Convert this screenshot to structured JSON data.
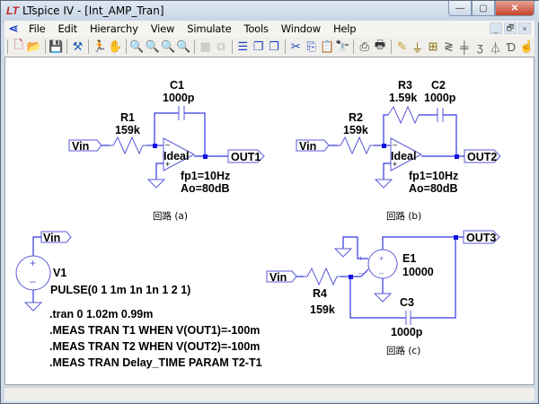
{
  "window": {
    "title": "LTspice IV - [Int_AMP_Tran]",
    "app_icon": "ltspice-logo-icon",
    "controls": {
      "minimize": "—",
      "maximize": "▢",
      "close": "✕"
    },
    "mdi_controls": {
      "minimize": "_",
      "restore": "🗗",
      "close": "×"
    }
  },
  "menu": {
    "items": [
      {
        "label": "File",
        "accel": "F"
      },
      {
        "label": "Edit",
        "accel": "E"
      },
      {
        "label": "Hierarchy",
        "accel": "i"
      },
      {
        "label": "View",
        "accel": "V"
      },
      {
        "label": "Simulate",
        "accel": "S"
      },
      {
        "label": "Tools",
        "accel": "T"
      },
      {
        "label": "Window",
        "accel": "W"
      },
      {
        "label": "Help",
        "accel": "H"
      }
    ]
  },
  "toolbar": {
    "groups": [
      [
        {
          "name": "new-schematic-icon",
          "glyph": "🗋",
          "color": "#c0272d"
        },
        {
          "name": "open-folder-icon",
          "glyph": "📂",
          "color": "#c89b2a"
        }
      ],
      [
        {
          "name": "save-icon",
          "glyph": "💾",
          "color": "#333"
        }
      ],
      [
        {
          "name": "control-panel-icon",
          "glyph": "⚒",
          "color": "#1a5fb4"
        }
      ],
      [
        {
          "name": "run-icon",
          "glyph": "🏃",
          "color": "#333"
        },
        {
          "name": "halt-icon",
          "glyph": "✋",
          "color": "#bbb"
        }
      ],
      [
        {
          "name": "zoom-in-icon",
          "glyph": "🔍",
          "color": "#333"
        },
        {
          "name": "pan-icon",
          "glyph": "🔍",
          "color": "#bbb"
        },
        {
          "name": "zoom-out-icon",
          "glyph": "🔍",
          "color": "#333"
        },
        {
          "name": "zoom-cancel-icon",
          "glyph": "🔍",
          "color": "#c0272d"
        }
      ],
      [
        {
          "name": "autorange-icon",
          "glyph": "▦",
          "color": "#bbb"
        },
        {
          "name": "fit-icon",
          "glyph": "⧉",
          "color": "#bbb"
        }
      ],
      [
        {
          "name": "tile-horizontal-icon",
          "glyph": "☰",
          "color": "#1a40c8"
        },
        {
          "name": "cascade-icon",
          "glyph": "❐",
          "color": "#1a40c8"
        },
        {
          "name": "close-window-icon",
          "glyph": "❐",
          "color": "#1a40c8"
        }
      ],
      [
        {
          "name": "cut-icon",
          "glyph": "✂",
          "color": "#1a40c8"
        },
        {
          "name": "copy-icon",
          "glyph": "⎘",
          "color": "#1a40c8"
        },
        {
          "name": "paste-icon",
          "glyph": "📋",
          "color": "#999"
        },
        {
          "name": "find-icon",
          "glyph": "🔭",
          "color": "#333"
        }
      ],
      [
        {
          "name": "print-setup-icon",
          "glyph": "⎙",
          "color": "#333"
        },
        {
          "name": "print-icon",
          "glyph": "🖶",
          "color": "#333"
        }
      ],
      [
        {
          "name": "draw-wire-icon",
          "glyph": "✎",
          "color": "#c89b2a"
        },
        {
          "name": "ground-icon",
          "glyph": "⏚",
          "color": "#8a6b00"
        },
        {
          "name": "label-net-icon",
          "glyph": "⊞",
          "color": "#8a6b00"
        },
        {
          "name": "resistor-icon",
          "glyph": "≷",
          "color": "#555"
        },
        {
          "name": "capacitor-icon",
          "glyph": "╪",
          "color": "#555"
        },
        {
          "name": "inductor-icon",
          "glyph": "ʒ",
          "color": "#555"
        },
        {
          "name": "diode-icon",
          "glyph": "⏃",
          "color": "#555"
        },
        {
          "name": "component-icon",
          "glyph": "Ɗ",
          "color": "#555"
        },
        {
          "name": "move-hand-icon",
          "glyph": "☝",
          "color": "#555"
        }
      ]
    ]
  },
  "schematic": {
    "circuit_a": {
      "vin": "Vin",
      "r1_name": "R1",
      "r1_value": "159k",
      "c1_name": "C1",
      "c1_value": "1000p",
      "opamp": "Ideal",
      "fp1": "fp1=10Hz",
      "ao": "Ao=80dB",
      "out": "OUT1",
      "caption": "回路 (a)"
    },
    "circuit_b": {
      "vin": "Vin",
      "r2_name": "R2",
      "r2_value": "159k",
      "r3_name": "R3",
      "r3_value": "1.59k",
      "c2_name": "C2",
      "c2_value": "1000p",
      "opamp": "Ideal",
      "fp1": "fp1=10Hz",
      "ao": "Ao=80dB",
      "out": "OUT2",
      "caption": "回路 (b)"
    },
    "circuit_c": {
      "vin": "Vin",
      "r4_name": "R4",
      "r4_value": "159k",
      "e1_name": "E1",
      "e1_value": "10000",
      "c3_name": "C3",
      "c3_value": "1000p",
      "out": "OUT3",
      "caption": "回路 (c)"
    },
    "source": {
      "vin": "Vin",
      "v1_name": "V1",
      "v1_value": "PULSE(0 1 1m 1n 1n 1 2 1)"
    },
    "directives": [
      ".tran 0 1.02m 0.99m",
      ".MEAS TRAN T1  WHEN V(OUT1)=-100m",
      ".MEAS TRAN T2  WHEN V(OUT2)=-100m",
      ".MEAS TRAN Delay_TIME  PARAM T2-T1"
    ]
  }
}
